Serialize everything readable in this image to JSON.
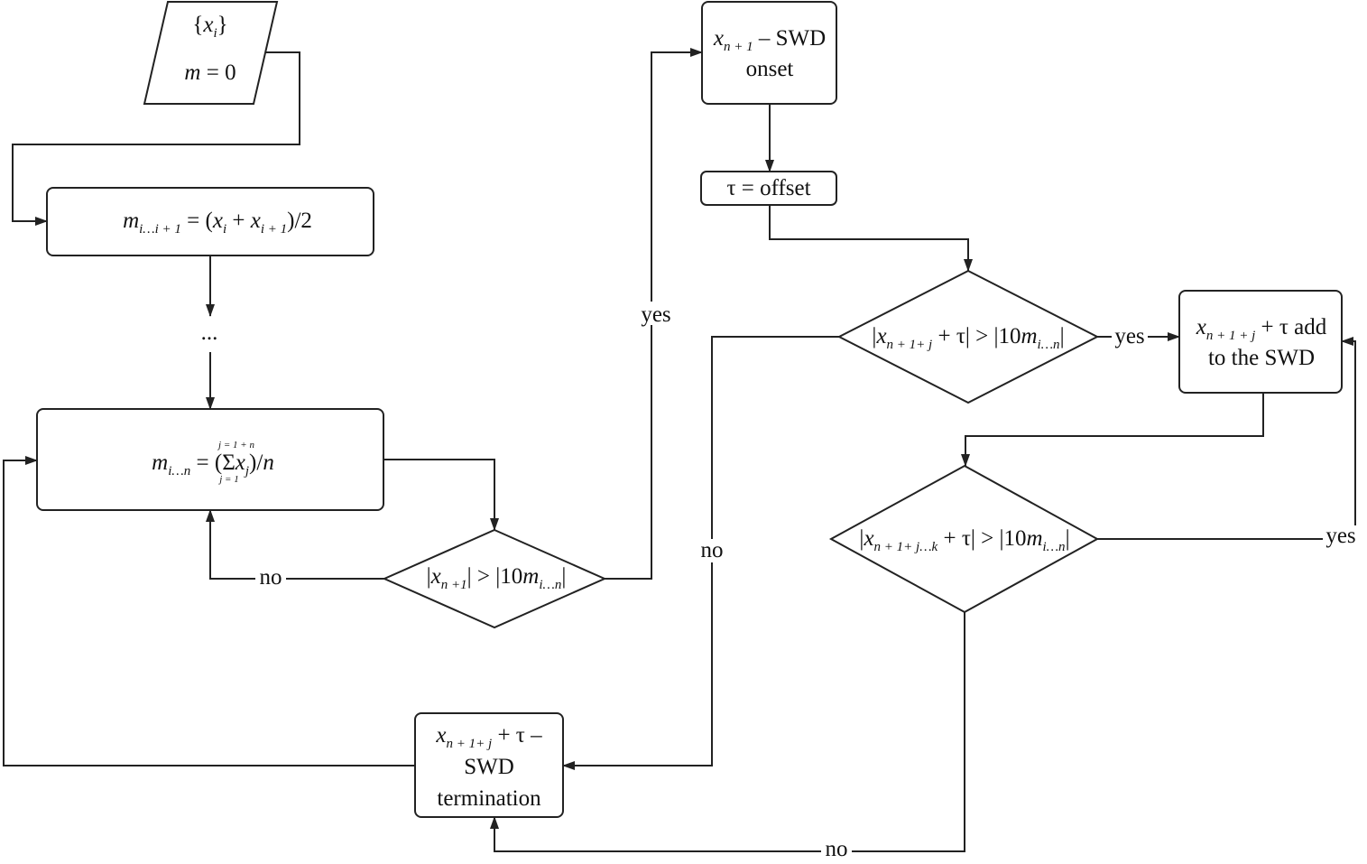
{
  "nodes": {
    "input": {
      "lines": [
        [
          {
            "t": "{"
          },
          {
            "t": "x",
            "i": 1
          },
          {
            "t": "i",
            "s": "sub"
          },
          {
            "t": "}"
          }
        ],
        [
          {
            "t": "m",
            "i": 1
          },
          {
            "t": " = 0"
          }
        ]
      ]
    },
    "mean_pair": {
      "lines": [
        [
          {
            "t": "m",
            "i": 1
          },
          {
            "t": "i…i + 1",
            "s": "sub"
          },
          {
            "t": " = ("
          },
          {
            "t": "x",
            "i": 1
          },
          {
            "t": "i",
            "s": "sub"
          },
          {
            "t": " + "
          },
          {
            "t": "x",
            "i": 1
          },
          {
            "t": "i + 1",
            "s": "sub"
          },
          {
            "t": ")/2"
          }
        ]
      ]
    },
    "ellipsis": {
      "lines": [
        [
          {
            "t": "..."
          }
        ]
      ]
    },
    "mean_n": {
      "lines": [
        [
          {
            "t": "m",
            "i": 1
          },
          {
            "t": "i…n",
            "s": "sub"
          },
          {
            "t": " = ("
          },
          {
            "t": "Σ"
          },
          {
            "t": "x",
            "i": 1
          },
          {
            "t": "j",
            "s": "sub"
          },
          {
            "t": ")/"
          },
          {
            "t": "n",
            "i": 1
          }
        ]
      ],
      "sum_upper": "j = 1 + n",
      "sum_lower": "j = 1"
    },
    "check_onset": {
      "lines": [
        [
          {
            "t": "|"
          },
          {
            "t": "x",
            "i": 1
          },
          {
            "t": "n +1",
            "s": "sub"
          },
          {
            "t": "| > |10"
          },
          {
            "t": "m",
            "i": 1
          },
          {
            "t": "i…n",
            "s": "sub"
          },
          {
            "t": "|"
          }
        ]
      ]
    },
    "onset": {
      "lines": [
        [
          {
            "t": "x",
            "i": 1
          },
          {
            "t": "n + 1",
            "s": "sub"
          },
          {
            "t": " – SWD"
          }
        ],
        [
          {
            "t": "onset"
          }
        ]
      ]
    },
    "offset": {
      "lines": [
        [
          {
            "t": "τ = offset"
          }
        ]
      ]
    },
    "check_next": {
      "lines": [
        [
          {
            "t": "|"
          },
          {
            "t": "x",
            "i": 1
          },
          {
            "t": "n + 1+ j",
            "s": "sub"
          },
          {
            "t": " + τ| > |10"
          },
          {
            "t": "m",
            "i": 1
          },
          {
            "t": "i…n",
            "s": "sub"
          },
          {
            "t": "|"
          }
        ]
      ]
    },
    "add_swd": {
      "lines": [
        [
          {
            "t": "x",
            "i": 1
          },
          {
            "t": "n + 1 + j",
            "s": "sub"
          },
          {
            "t": " + τ add"
          }
        ],
        [
          {
            "t": "to the SWD"
          }
        ]
      ]
    },
    "check_range": {
      "lines": [
        [
          {
            "t": "|"
          },
          {
            "t": "x",
            "i": 1
          },
          {
            "t": "n + 1+ j…k",
            "s": "sub"
          },
          {
            "t": " + τ| > |10"
          },
          {
            "t": "m",
            "i": 1
          },
          {
            "t": "i…n",
            "s": "sub"
          },
          {
            "t": "|"
          }
        ]
      ]
    },
    "termination": {
      "lines": [
        [
          {
            "t": "x",
            "i": 1
          },
          {
            "t": "n + 1+ j",
            "s": "sub"
          },
          {
            "t": " + τ –"
          }
        ],
        [
          {
            "t": "SWD"
          }
        ],
        [
          {
            "t": "termination"
          }
        ]
      ]
    }
  },
  "edge_labels": {
    "onset_no": "no",
    "onset_yes": "yes",
    "next_yes": "yes",
    "next_no": "no",
    "range_yes": "yes",
    "range_no": "no"
  }
}
